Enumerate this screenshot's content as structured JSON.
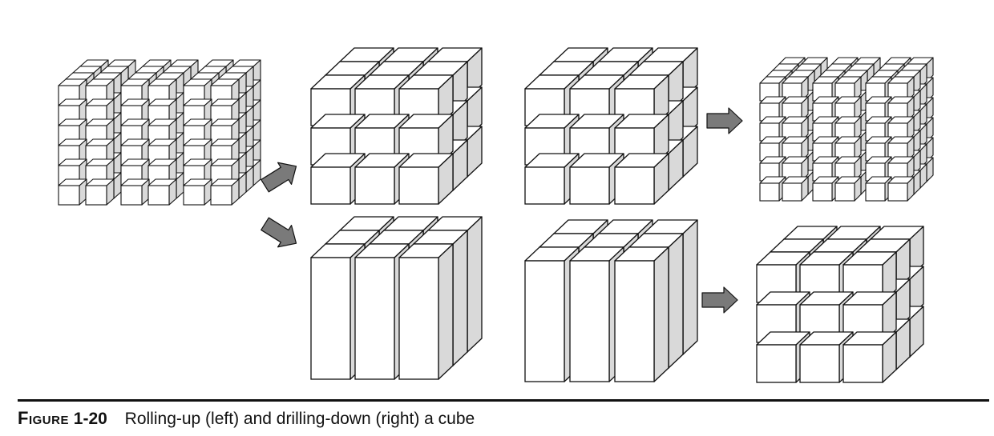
{
  "caption": {
    "label": "Figure",
    "number": "1-20",
    "text": "Rolling-up (left) and drilling-down (right) a cube"
  },
  "colors": {
    "face_front": "#ffffff",
    "face_top": "#ffffff",
    "face_side": "#d9d9d9",
    "outline": "#111111",
    "arrow_fill": "#7a7a7a"
  },
  "cubes": [
    {
      "id": "source-fine-cube",
      "cols": 6,
      "rows": 6,
      "depth": 4
    },
    {
      "id": "rolled-up-coarse-cube",
      "cols": 3,
      "rows": 3,
      "depth": 3
    },
    {
      "id": "rolled-up-pillar-cube",
      "cols": 3,
      "rows": 1,
      "depth": 3
    },
    {
      "id": "drill-source-coarse-cube",
      "cols": 3,
      "rows": 3,
      "depth": 3
    },
    {
      "id": "drilled-down-fine-cube",
      "cols": 6,
      "rows": 6,
      "depth": 4
    },
    {
      "id": "drill-source-pillar-cube",
      "cols": 3,
      "rows": 1,
      "depth": 3
    },
    {
      "id": "drilled-down-coarse-cube",
      "cols": 3,
      "rows": 3,
      "depth": 3
    }
  ],
  "arrows": [
    {
      "id": "roll-up-arrow-top",
      "direction": "up-right"
    },
    {
      "id": "roll-up-arrow-bottom",
      "direction": "down-right"
    },
    {
      "id": "drill-down-arrow-top",
      "direction": "right"
    },
    {
      "id": "drill-down-arrow-bottom",
      "direction": "right"
    }
  ]
}
